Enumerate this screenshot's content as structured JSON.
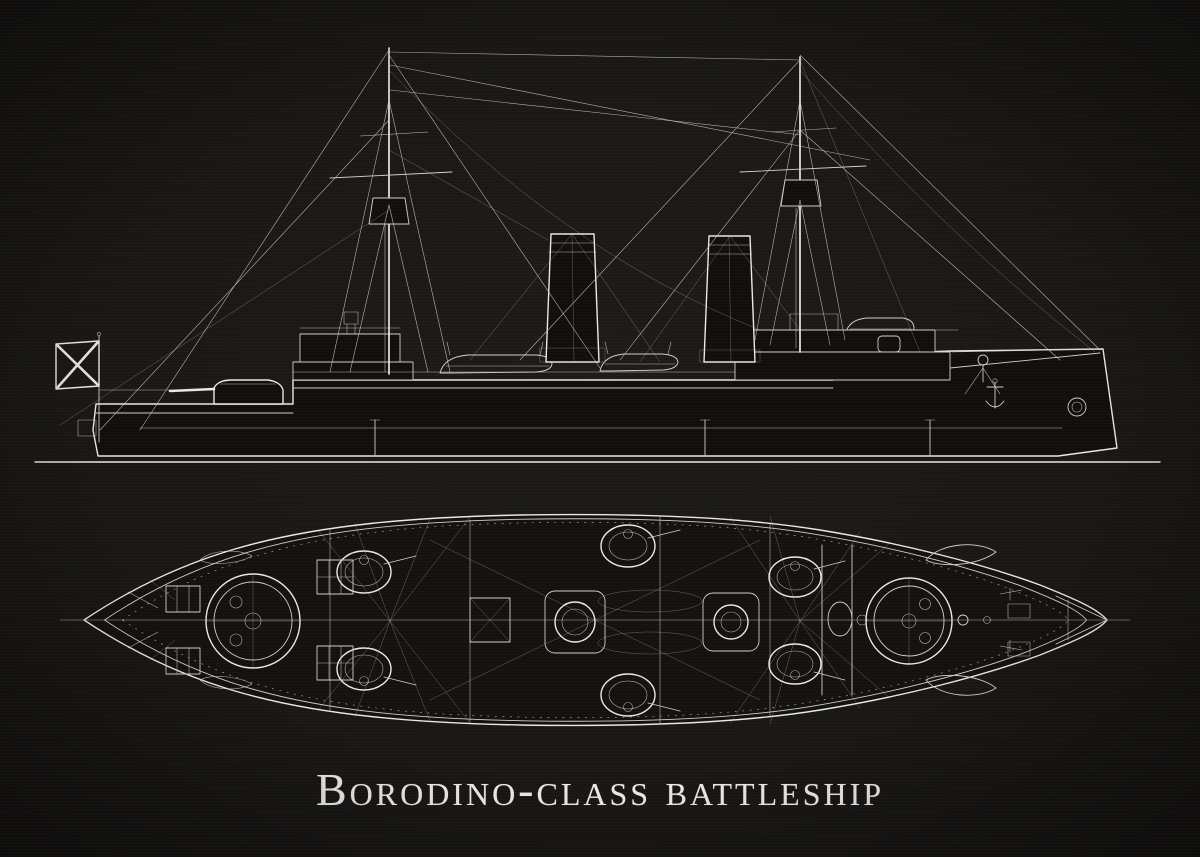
{
  "caption": {
    "title": "Borodino-class battleship"
  },
  "palette": {
    "background": "#171615",
    "line": "#cfcec9",
    "line_bright": "#e9e8e3",
    "title_text": "#edece8"
  },
  "icons": {
    "stern_flag": "russian-navy-saltire-ensign",
    "anchor": "stocked-anchor"
  }
}
